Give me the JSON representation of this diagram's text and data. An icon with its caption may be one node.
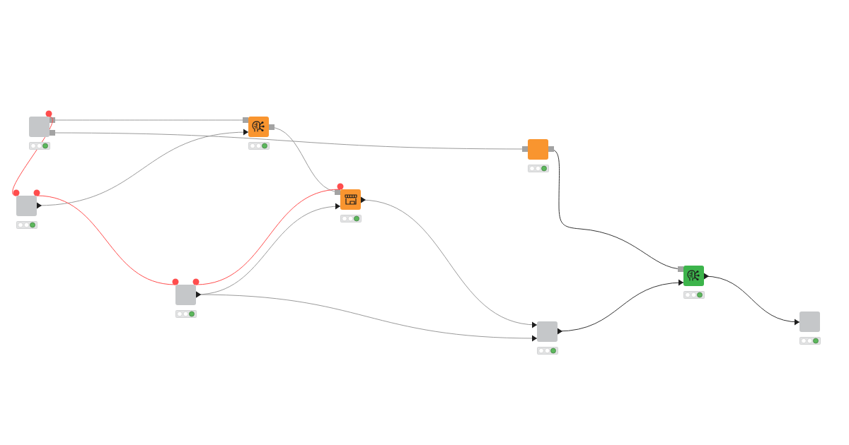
{
  "diagram": {
    "nodes": [
      {
        "text": [],
        "shape": "box"
      },
      {
        "text": [],
        "shape": "box"
      },
      {
        "text": [],
        "shape": "box"
      },
      {
        "text": [],
        "shape": "box"
      },
      {
        "text": [],
        "shape": "box"
      },
      {
        "text": [],
        "shape": "box"
      },
      {
        "text": [],
        "shape": "box"
      },
      {
        "text": [],
        "shape": "box"
      },
      {
        "text": [],
        "shape": "box"
      }
    ],
    "edges": [
      {
        "from": 0,
        "to": 2,
        "arrow": "other"
      },
      {
        "from": 0,
        "to": 3,
        "arrow": "other"
      },
      {
        "from": 0,
        "to": 1,
        "arrow": "other",
        "color": "#ff4d4d"
      },
      {
        "from": 1,
        "to": 2,
        "arrow": "to"
      },
      {
        "from": 1,
        "to": 5,
        "arrow": "other",
        "color": "#ff4d4d"
      },
      {
        "from": 2,
        "to": 4,
        "arrow": "other"
      },
      {
        "from": 5,
        "to": 4,
        "arrow": "other",
        "color": "#ff4d4d"
      },
      {
        "from": 5,
        "to": 4,
        "arrow": "to"
      },
      {
        "from": 5,
        "to": 6,
        "arrow": "to"
      },
      {
        "from": 4,
        "to": 6,
        "arrow": "to"
      },
      {
        "from": 3,
        "to": 7,
        "arrow": "other",
        "color": "#333333"
      },
      {
        "from": 6,
        "to": 7,
        "arrow": "to",
        "color": "#333333"
      },
      {
        "from": 7,
        "to": 8,
        "arrow": "to",
        "color": "#333333"
      }
    ]
  }
}
